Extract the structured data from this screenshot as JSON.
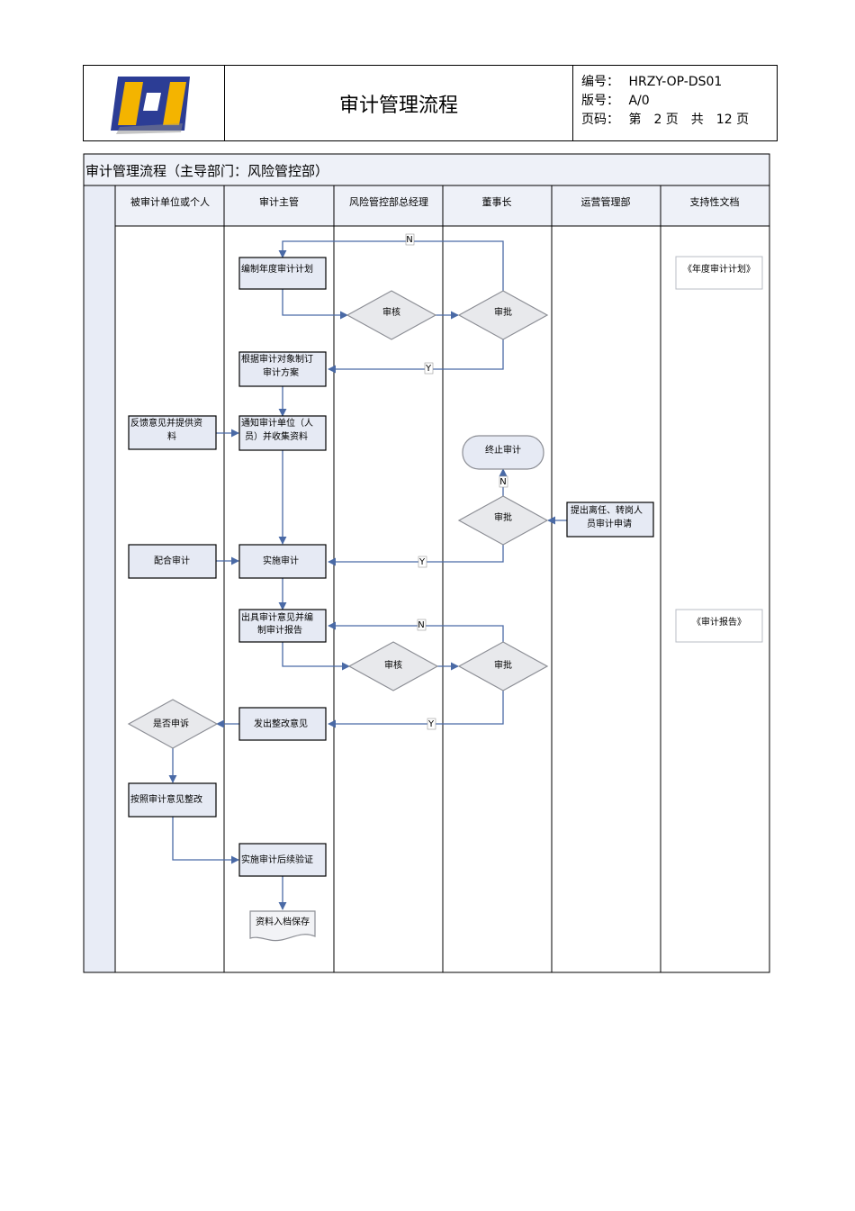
{
  "header": {
    "title": "审计管理流程",
    "doc_no_label": "编号：",
    "doc_no": "HRZY-OP-DS01",
    "version_label": "版号：",
    "version": "A/0",
    "page_label": "页码：",
    "page_text": "第　2 页　共　12 页",
    "logo_icon": "company-logo-icon"
  },
  "flow": {
    "section_title": "审计管理流程（主导部门：风险管控部）",
    "lanes": [
      "被审计单位或个人",
      "审计主管",
      "风险管控部总经理",
      "董事长",
      "运营管理部",
      "支持性文档"
    ],
    "nodes": {
      "annual_plan": "编制年度审计计划",
      "review1": "审核",
      "approve1": "审批",
      "plan_line1": "根据审计对象制订",
      "plan_line2": "审计方案",
      "notify_line1": "通知审计单位（人",
      "notify_line2": "员）并收集资料",
      "feedback_line1": "反馈意见并提供资",
      "feedback_line2": "料",
      "terminate": "终止审计",
      "approve2": "审批",
      "request_line1": "提出离任、转岗人",
      "request_line2": "员审计申请",
      "cooperate": "配合审计",
      "implement": "实施审计",
      "report_line1": "出具审计意见并编",
      "report_line2": "制审计报告",
      "review2": "审核",
      "approve3": "审批",
      "rectify_opinion": "发出整改意见",
      "appeal": "是否申诉",
      "rectify": "按照审计意见整改",
      "followup": "实施审计后续验证",
      "archive": "资料入档保存"
    },
    "docs": {
      "annual_plan_doc": "《年度审计计划》",
      "report_doc": "《审计报告》"
    },
    "labels": {
      "yes": "Y",
      "no": "N"
    }
  },
  "colors": {
    "box_fill": "#e6eaf4",
    "box_stroke": "#000000",
    "diamond_fill": "#e8e9ec",
    "diamond_stroke": "#8c8e95",
    "arrow": "#4a6aa6",
    "header_fill": "#eef1f8",
    "lane_fill": "#e8ecf6"
  }
}
